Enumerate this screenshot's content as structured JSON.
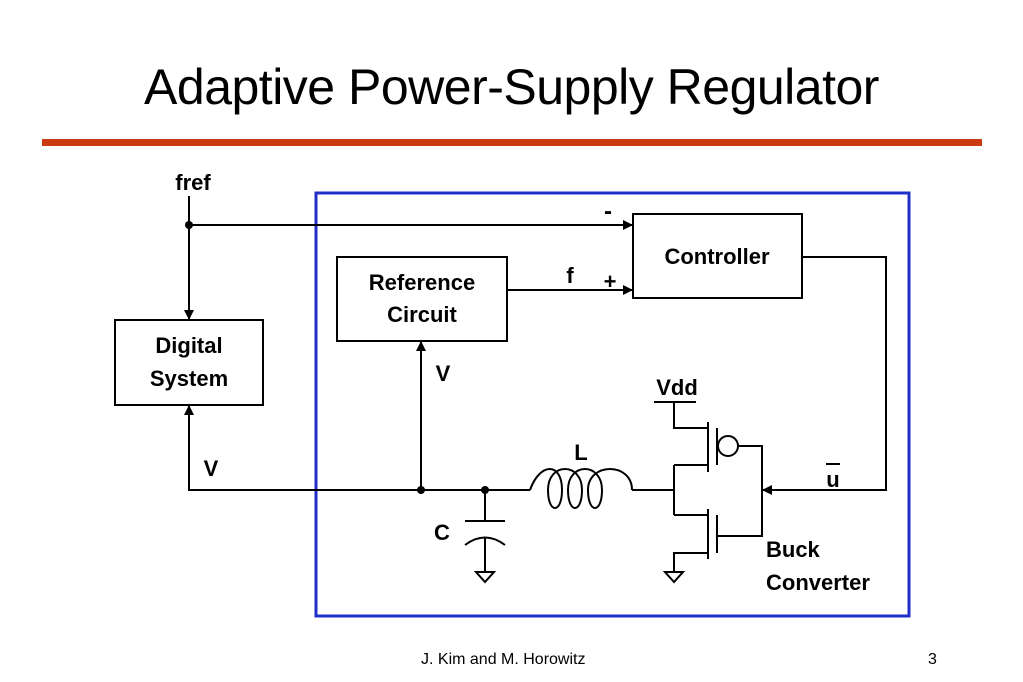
{
  "slide": {
    "title": "Adaptive Power-Supply Regulator",
    "accent_color": "#cc3b10",
    "frame_color": "#1f2fc8",
    "footer_author": "J. Kim and M. Horowitz",
    "page_number": "3"
  },
  "diagram": {
    "fref_label": "fref",
    "controller": "Controller",
    "controller_minus": "-",
    "controller_plus": "+",
    "reference_line1": "Reference",
    "reference_line2": "Circuit",
    "f_label": "f",
    "digital_line1": "Digital",
    "digital_line2": "System",
    "v_label_ref": "V",
    "v_label_digital": "V",
    "vdd_label": "Vdd",
    "inductor_label": "L",
    "capacitor_label": "C",
    "u_bar_label": "u",
    "buck_line1": "Buck",
    "buck_line2": "Converter"
  }
}
